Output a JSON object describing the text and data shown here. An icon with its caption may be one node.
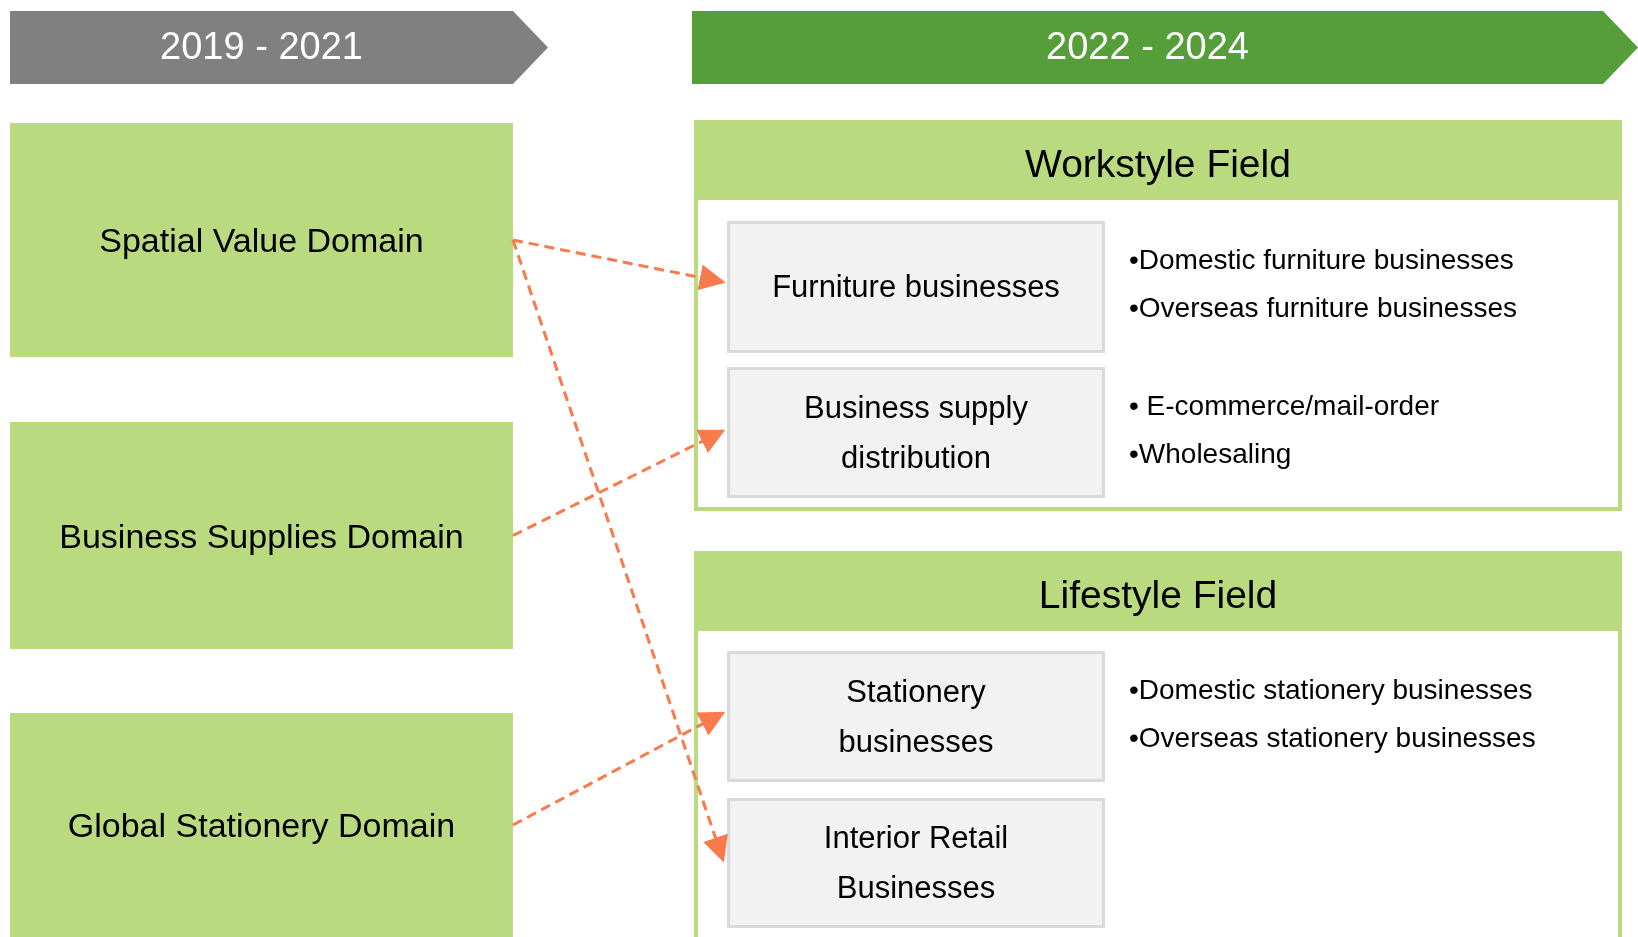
{
  "diagram": {
    "nodes": [
      {
        "text": [
          "2019 - 2021"
        ]
      },
      {
        "text": [
          "2022 - 2024"
        ]
      },
      {
        "text": [
          "Spatial Value Domain"
        ]
      },
      {
        "text": [
          "Business Supplies Domain"
        ]
      },
      {
        "text": [
          "Global Stationery Domain"
        ]
      },
      {
        "text": [
          "Workstyle Field"
        ]
      },
      {
        "text": [
          "Furniture businesses"
        ],
        "in": 5,
        "beside": [
          "•Domestic furniture businesses",
          "•Overseas furniture businesses"
        ]
      },
      {
        "text": [
          "Business supply distribution"
        ],
        "in": 5,
        "beside": [
          "• E-commerce/mail-order",
          "•Wholesaling"
        ]
      },
      {
        "text": [
          "Lifestyle Field"
        ]
      },
      {
        "text": [
          "Stationery businesses"
        ],
        "in": 8,
        "beside": [
          "•Domestic stationery businesses",
          "•Overseas stationery businesses"
        ]
      },
      {
        "text": [
          "Interior Retail Businesses"
        ],
        "in": 8
      }
    ],
    "edges": [
      {
        "from": 2,
        "to": 6,
        "arrow": "to",
        "style": "dashed"
      },
      {
        "from": 2,
        "to": 10,
        "arrow": "to",
        "style": "dashed"
      },
      {
        "from": 3,
        "to": 7,
        "arrow": "to",
        "style": "dashed"
      },
      {
        "from": 4,
        "to": 9,
        "arrow": "to",
        "style": "dashed"
      }
    ]
  }
}
